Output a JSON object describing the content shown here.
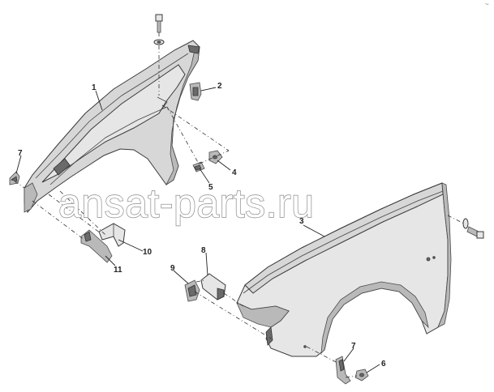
{
  "callouts": {
    "c1": "1",
    "c2": "2",
    "c3": "3",
    "c4": "4",
    "c5": "5",
    "c6": "6",
    "c7a": "7",
    "c7b": "7",
    "c8": "8",
    "c9": "9",
    "c10": "10",
    "c11": "11"
  },
  "watermark": "ansat-parts.ru",
  "corner_mark": "~"
}
